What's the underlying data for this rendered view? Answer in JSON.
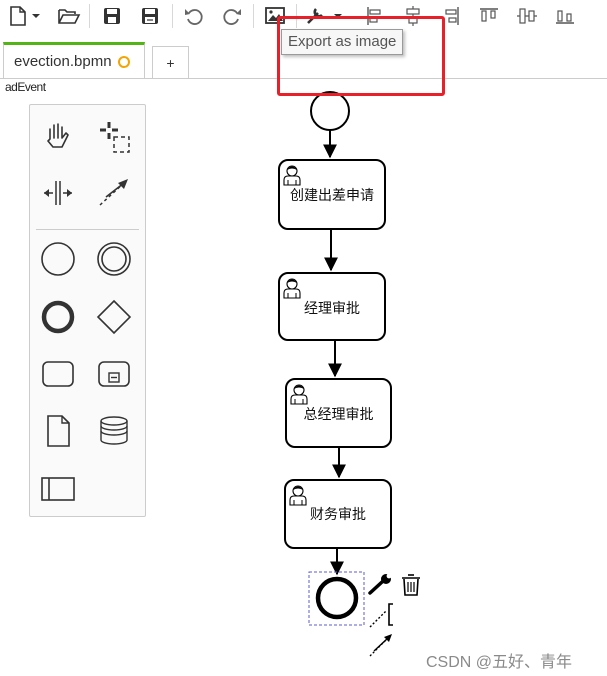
{
  "toolbar": {
    "buttons": [
      {
        "name": "new-diagram-button",
        "icon": "file-icon"
      },
      {
        "name": "open-button",
        "icon": "folder-open-icon"
      },
      {
        "name": "save-button",
        "icon": "save-icon"
      },
      {
        "name": "save-as-button",
        "icon": "save-as-icon"
      },
      {
        "name": "undo-button",
        "icon": "undo-icon"
      },
      {
        "name": "redo-button",
        "icon": "redo-icon"
      },
      {
        "name": "export-image-button",
        "icon": "image-icon"
      },
      {
        "name": "edit-tools-button",
        "icon": "wrench-icon"
      },
      {
        "name": "align-left-button",
        "icon": "align-left-icon"
      },
      {
        "name": "align-center-button",
        "icon": "align-center-icon"
      },
      {
        "name": "align-right-button",
        "icon": "align-right-icon"
      },
      {
        "name": "align-top-button",
        "icon": "align-top-icon"
      },
      {
        "name": "align-middle-button",
        "icon": "align-middle-icon"
      },
      {
        "name": "align-bottom-button",
        "icon": "align-bottom-icon"
      }
    ],
    "tooltip": "Export as image"
  },
  "tabs": {
    "active_label": "evection.bpmn",
    "add_label": "+"
  },
  "overlap_label": "adEvent",
  "diagram": {
    "tasks": [
      {
        "label": "创建出差申请"
      },
      {
        "label": "经理审批"
      },
      {
        "label": "总经理审批"
      },
      {
        "label": "财务审批"
      }
    ]
  },
  "watermark": "CSDN @五好、青年",
  "colors": {
    "tab_accent": "#52b415",
    "unsaved_dot": "#f5a300",
    "highlight_box": "#e8202a"
  }
}
